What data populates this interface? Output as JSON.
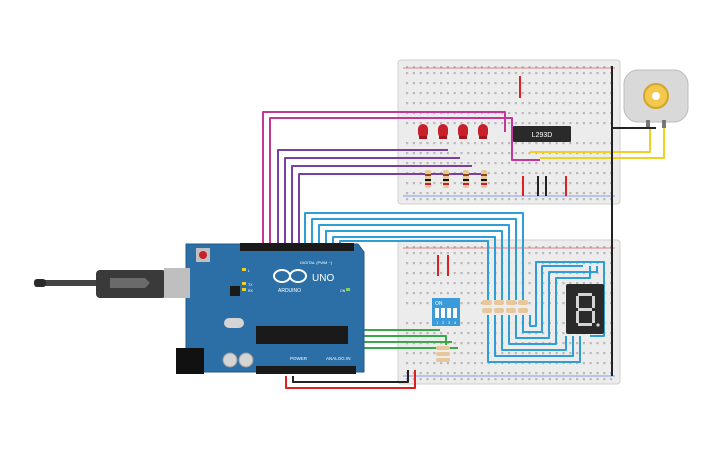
{
  "arduino": {
    "logo_text": "ARDUINO",
    "model": "UNO",
    "digital_label": "DIGITAL (PWM ~)",
    "power_label": "POWER",
    "analog_label": "ANALOG IN",
    "tx_label": "TX",
    "rx_label": "RX",
    "l_label": "L",
    "on_label": "ON"
  },
  "driver_ic": {
    "label": "L293D"
  },
  "dip_switch": {
    "on_label": "ON",
    "positions": [
      "1",
      "2",
      "3",
      "4"
    ]
  },
  "seven_segment": {
    "digit": "8"
  },
  "colors": {
    "board": "#2b6fa6",
    "wire_magenta": "#c2379a",
    "wire_purple": "#7b3fa0",
    "wire_blue": "#2e9fd6",
    "wire_green": "#3aa84a",
    "wire_red": "#e02020",
    "wire_yellow": "#f0d020",
    "wire_black": "#222222",
    "led": "#c8202a"
  }
}
